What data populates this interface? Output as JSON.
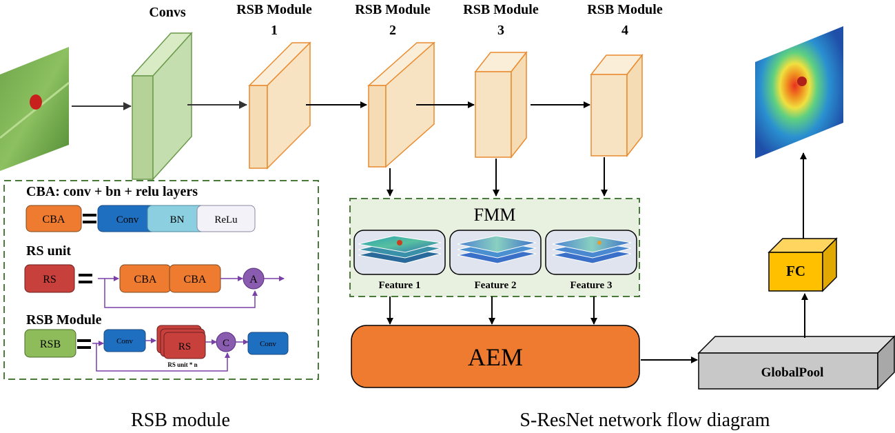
{
  "stages": {
    "convs": "Convs",
    "rsb1": {
      "line1": "RSB Module",
      "line2": "1"
    },
    "rsb2": {
      "line1": "RSB Module",
      "line2": "2"
    },
    "rsb3": {
      "line1": "RSB Module",
      "line2": "3"
    },
    "rsb4": {
      "line1": "RSB Module",
      "line2": "4"
    }
  },
  "legend": {
    "cba_title": "CBA: conv + bn + relu layers",
    "cba": "CBA",
    "conv": "Conv",
    "bn": "BN",
    "relu": "ReLu",
    "rs_title": "RS unit",
    "rs": "RS",
    "cba1": "CBA",
    "cba2": "CBA",
    "add": "A",
    "rsb_title": "RSB Module",
    "rsb": "RSB",
    "conv_small": "Conv",
    "rs_stack": "RS",
    "rs_caption": "RS unit * n",
    "concat": "C",
    "conv_out": "Conv"
  },
  "fmm": {
    "title": "FMM",
    "features": [
      "Feature 1",
      "Feature 2",
      "Feature 3"
    ]
  },
  "aem": "AEM",
  "globalpool": "GlobalPool",
  "fc": "FC",
  "captions": {
    "left": "RSB module",
    "right": "S-ResNet network flow diagram"
  },
  "colors": {
    "conv_block": "#c5deb0",
    "rsb_block": "#f7e3c2",
    "rsb_edge": "#e98a2e",
    "aem": "#ee7b30",
    "fc": "#ffc000",
    "globalpool": "#c8c8c8",
    "fmm_bg": "#e8f0e0",
    "dashed_green": "#4a7a3a",
    "purple": "#7b3fa8"
  }
}
